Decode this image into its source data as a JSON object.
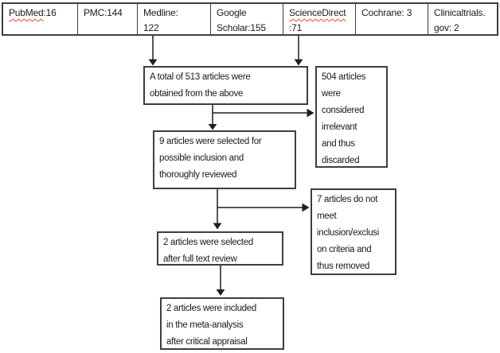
{
  "diagram": {
    "sources": [
      {
        "wavy": "PubMed",
        "rest": ":16"
      },
      {
        "wavy": "",
        "rest": "PMC:144"
      },
      {
        "wavy": "",
        "rest": "Medline:\n122"
      },
      {
        "wavy": "",
        "rest": "Google\nScholar:155"
      },
      {
        "wavy": "ScienceDirect",
        "rest": "\n:71"
      },
      {
        "wavy": "",
        "rest": "Cochrane: 3"
      },
      {
        "wavy": "",
        "rest": "Clinicaltrials.\ngov: 2"
      }
    ],
    "boxes": {
      "total": "A total of 513 articles were\nobtained from the above",
      "irrelevant": "504 articles\nwere\nconsidered\nirrelevant\nand thus\ndiscarded",
      "screened": "9 articles were selected for\npossible inclusion and\nthoroughly reviewed",
      "excluded": "7 articles do not\nmeet\ninclusion/exclusi\non criteria and\nthus removed",
      "fulltext": "2 articles were selected\nafter full text review",
      "included": "2 articles were included\nin the meta-analysis\nafter critical appraisal"
    },
    "colors": {
      "border": "#3e3e3e",
      "text": "#1a1a1a",
      "arrow": "#1f1f1f",
      "spellcheck_underline": "#ff4136",
      "background": "#ffffff"
    }
  }
}
